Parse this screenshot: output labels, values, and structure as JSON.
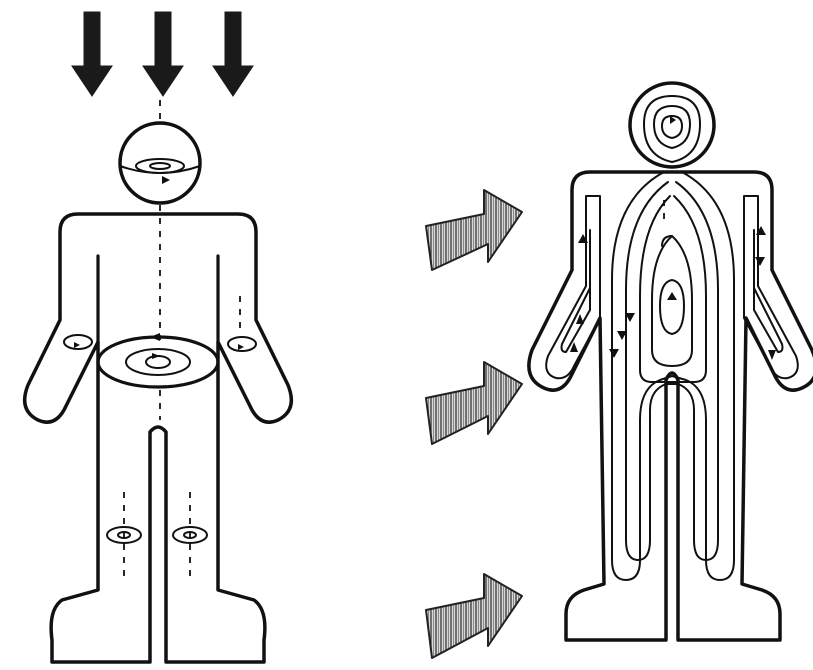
{
  "figure": {
    "left_panel": {
      "incident_arrows": {
        "count": 3,
        "direction": "down",
        "style": "solid-black"
      }
    },
    "right_panel": {
      "incident_arrows": {
        "count": 3,
        "direction": "right",
        "style": "hatched-3d"
      }
    },
    "colors": {
      "ink": "#111111",
      "background": "#ffffff",
      "hatch_fill": "#9a9a9a"
    }
  }
}
